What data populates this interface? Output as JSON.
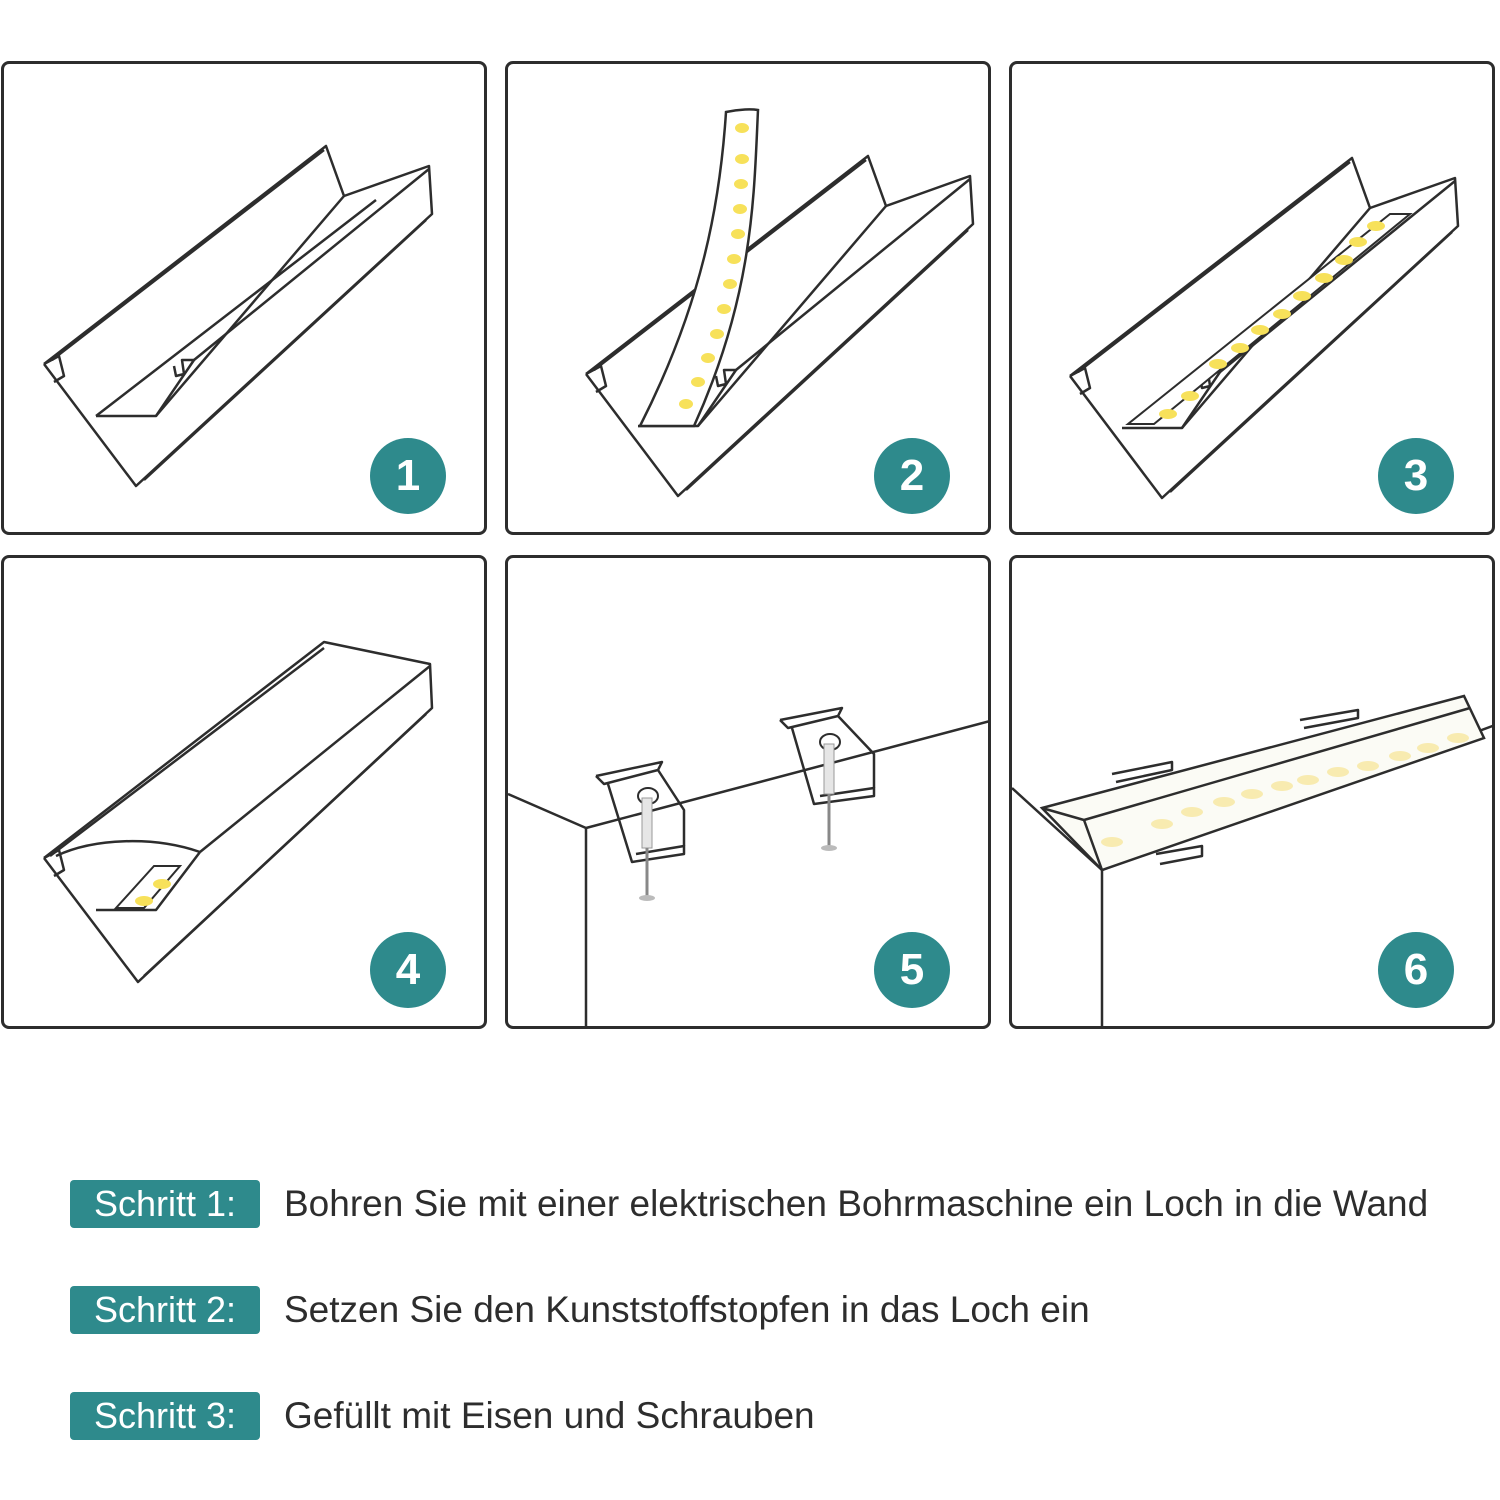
{
  "panels": [
    {
      "number": "1"
    },
    {
      "number": "2"
    },
    {
      "number": "3"
    },
    {
      "number": "4"
    },
    {
      "number": "5"
    },
    {
      "number": "6"
    }
  ],
  "steps": [
    {
      "tag": "Schritt 1:",
      "text": "Bohren Sie mit einer elektrischen Bohrmaschine ein Loch in die Wand"
    },
    {
      "tag": "Schritt 2:",
      "text": "Setzen Sie den Kunststoffstopfen in das Loch ein"
    },
    {
      "tag": "Schritt 3:",
      "text": "Gefüllt mit Eisen und Schrauben"
    }
  ],
  "colors": {
    "accent": "#2e8a8c",
    "led": "#f7e15a",
    "line": "#2d2d2d"
  },
  "icons": [
    "profile-icon",
    "led-strip-icon",
    "diffuser-icon",
    "mounting-clip-icon",
    "screw-icon",
    "wall-icon"
  ]
}
